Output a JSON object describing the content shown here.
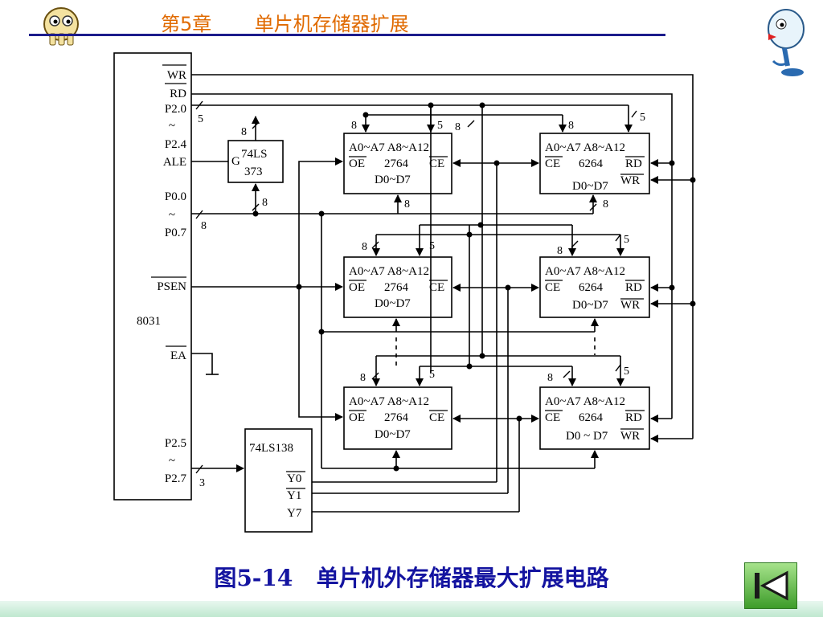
{
  "header": {
    "chapter": "第5章",
    "title": "单片机存储器扩展"
  },
  "caption": "图5-14   单片机外存储器最大扩展电路",
  "mcu": {
    "name": "8031",
    "pins": {
      "wr": "WR",
      "rd": "RD",
      "p20": "P2.0",
      "tilde1": "~",
      "p24": "P2.4",
      "ale": "ALE",
      "p00": "P0.0",
      "tilde2": "~",
      "p07": "P0.7",
      "psen": "PSEN",
      "ea": "EA",
      "p25": "P2.5",
      "tilde3": "~",
      "p27": "P2.7"
    }
  },
  "latch": {
    "line1": "74LS",
    "line2": "373",
    "g": "G"
  },
  "decoder": {
    "name": "74LS138",
    "y0": "Y0",
    "y1": "Y1",
    "y7": "Y7"
  },
  "eprom": {
    "addr": "A0~A7 A8~A12",
    "oe": "OE",
    "chip": "2764",
    "ce": "CE",
    "data": "D0~D7"
  },
  "ram": {
    "addr": "A0~A7 A8~A12",
    "ce": "CE",
    "chip": "6264",
    "rd": "RD",
    "wr": "WR",
    "data": "D0~D7",
    "data_alt": "D0 ~ D7"
  },
  "bus_labels": {
    "n5": "5",
    "n8": "8",
    "n3": "3"
  },
  "colors": {
    "header_text": "#e06a00",
    "header_line": "#1c1c8c",
    "caption_text": "#1414a0",
    "nav_button": "#5cb840"
  },
  "icons": [
    "owl-mascot-icon",
    "clown-mascot-icon",
    "previous-slide-icon"
  ]
}
